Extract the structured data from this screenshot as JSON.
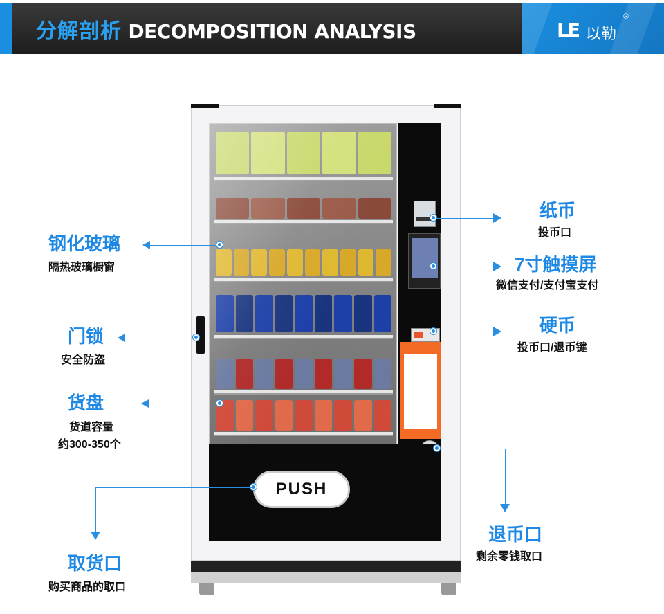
{
  "header": {
    "title_cn": "分解剖析",
    "title_en": "DECOMPOSITION ANALYSIS",
    "logo_mark": "LE",
    "logo_text": "以勒",
    "logo_reg": "®"
  },
  "machine": {
    "push_label": "PUSH"
  },
  "callouts": {
    "glass": {
      "title": "钢化玻璃",
      "sub": "隔热玻璃橱窗"
    },
    "lock": {
      "title": "门锁",
      "sub": "安全防盗"
    },
    "tray": {
      "title": "货盘",
      "sub1": "货道容量",
      "sub2": "约300-350个"
    },
    "pickup": {
      "title": "取货口",
      "sub": "购买商品的取口"
    },
    "bill": {
      "title": "纸币",
      "sub": "投币口"
    },
    "screen": {
      "title": "7寸触摸屏",
      "sub": "微信支付/支付宝支付"
    },
    "coin": {
      "title": "硬币",
      "sub": "投币口/退币键"
    },
    "return": {
      "title": "退币口",
      "sub": "剩余零钱取口"
    }
  },
  "colors": {
    "accent": "#1e88e5",
    "banner_dark": "#2a2a2a",
    "instruction_panel": "#f36b25"
  }
}
